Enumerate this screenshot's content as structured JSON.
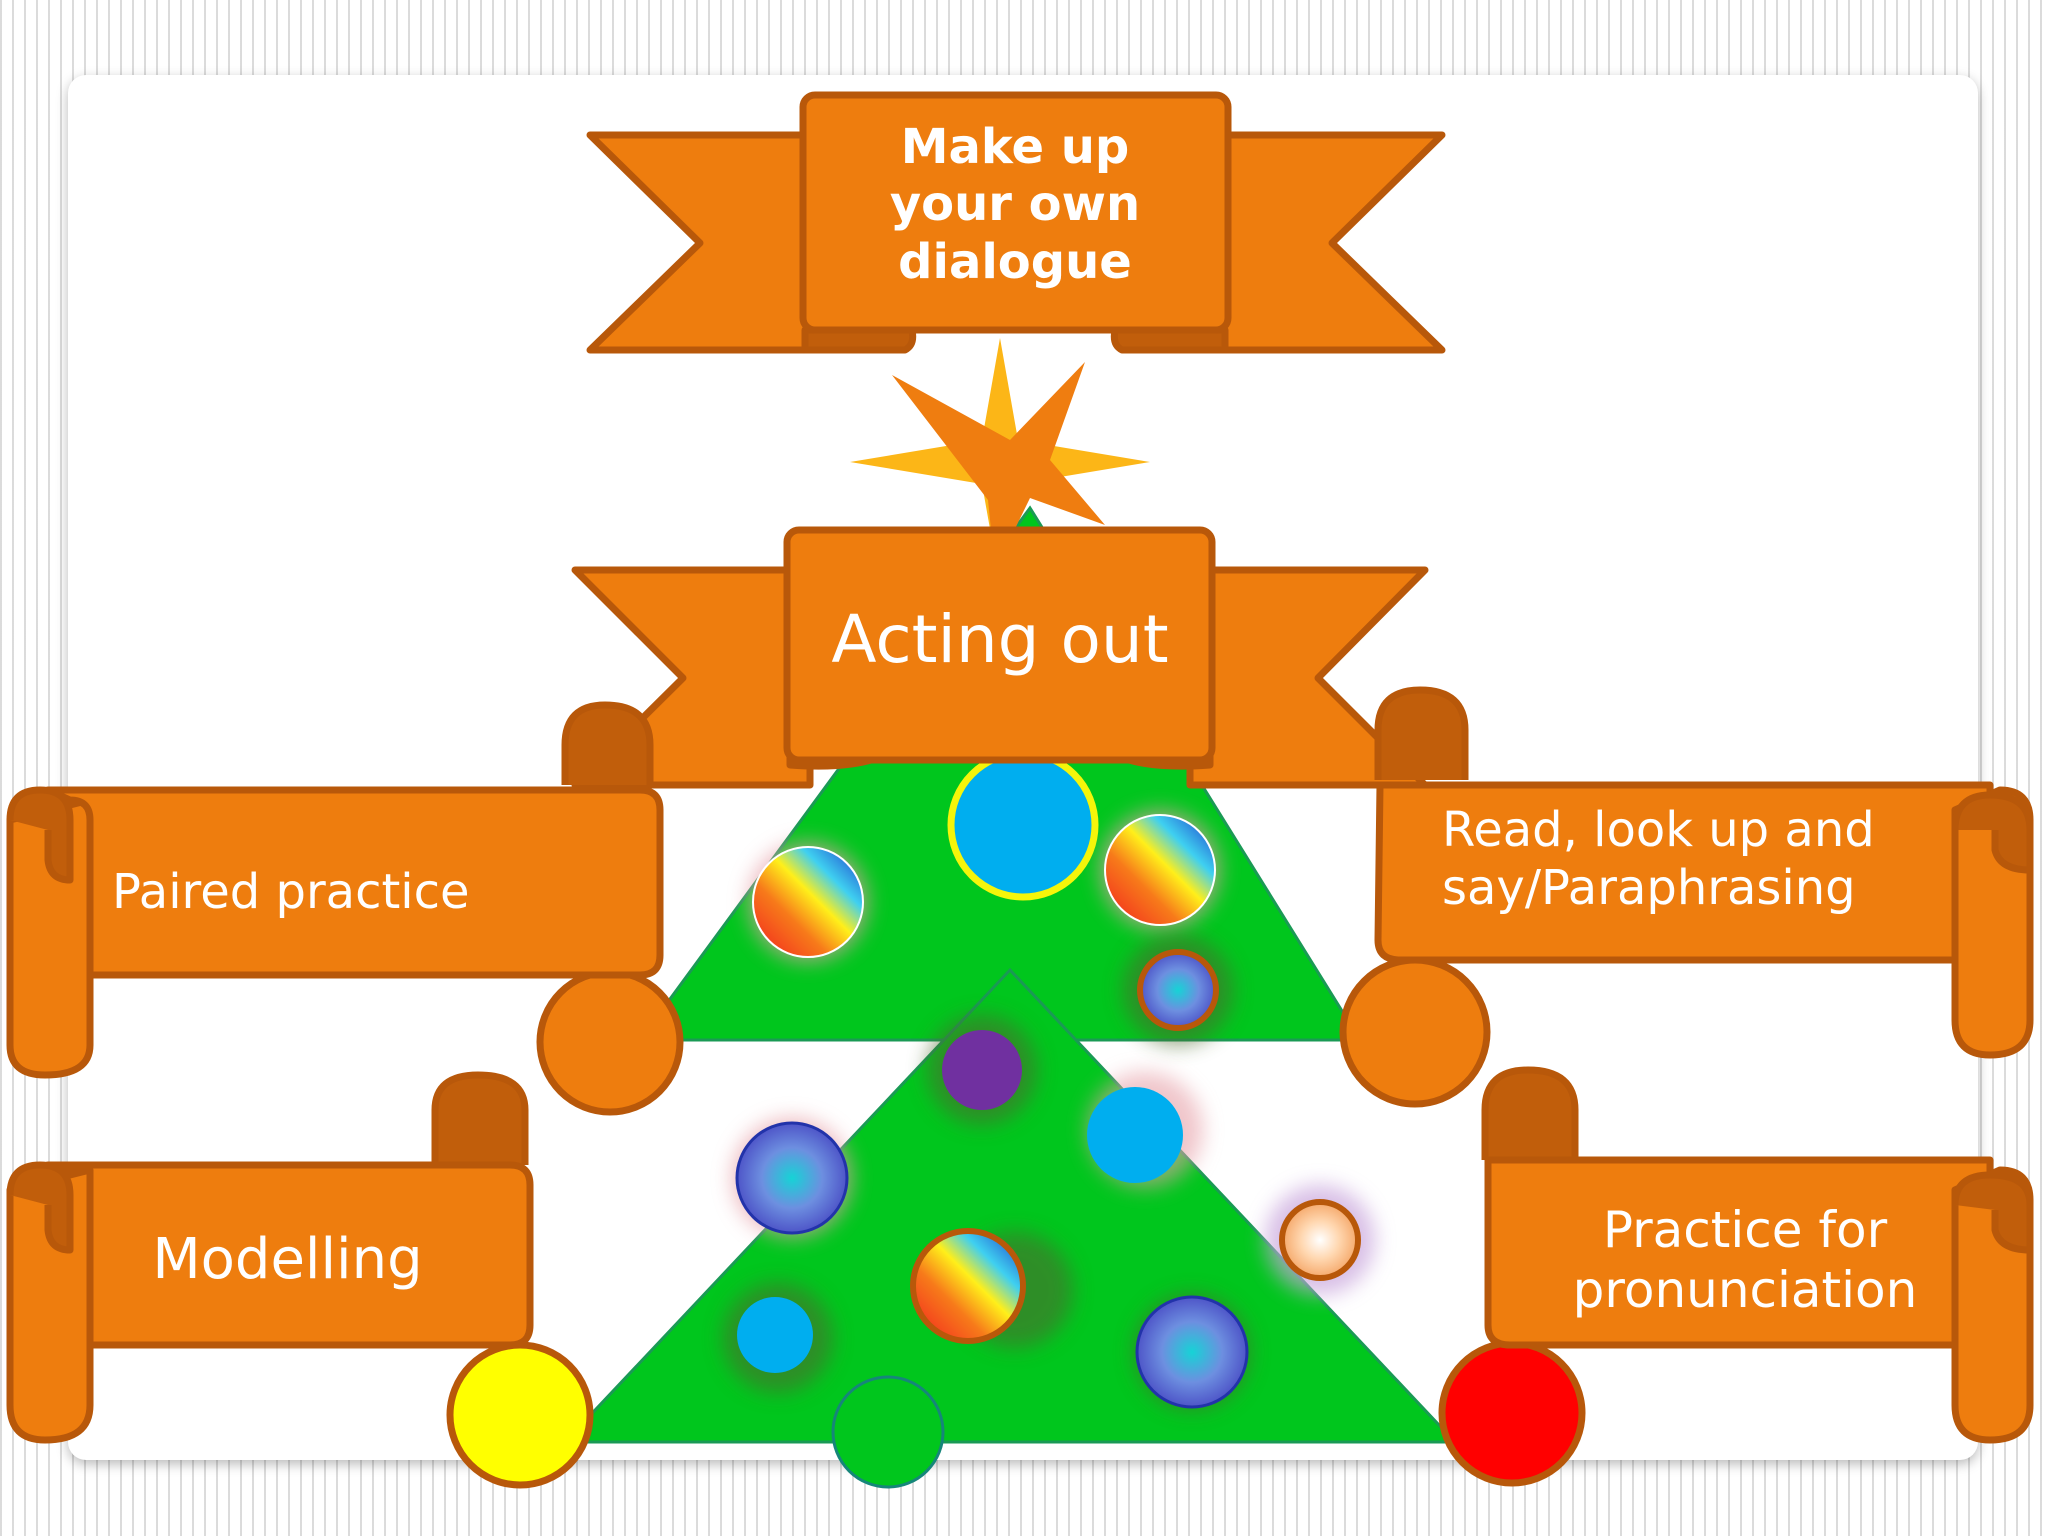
{
  "slide": {
    "banners": {
      "top": "Make up your own dialogue",
      "middle": "Acting out"
    },
    "scrolls": {
      "upper_left": "Paired practice",
      "upper_right": "Read, look up and say/Paraphrasing",
      "lower_left": "Modelling",
      "lower_right": "Practice for pronunciation"
    }
  },
  "colors": {
    "ribbon": "#ee7d0e",
    "ribbon_outline": "#b8580a",
    "ribbon_shade": "#c15e0b",
    "tree": "#00c61d",
    "star_back": "#fcb617",
    "star_front": "#ef7d10"
  }
}
